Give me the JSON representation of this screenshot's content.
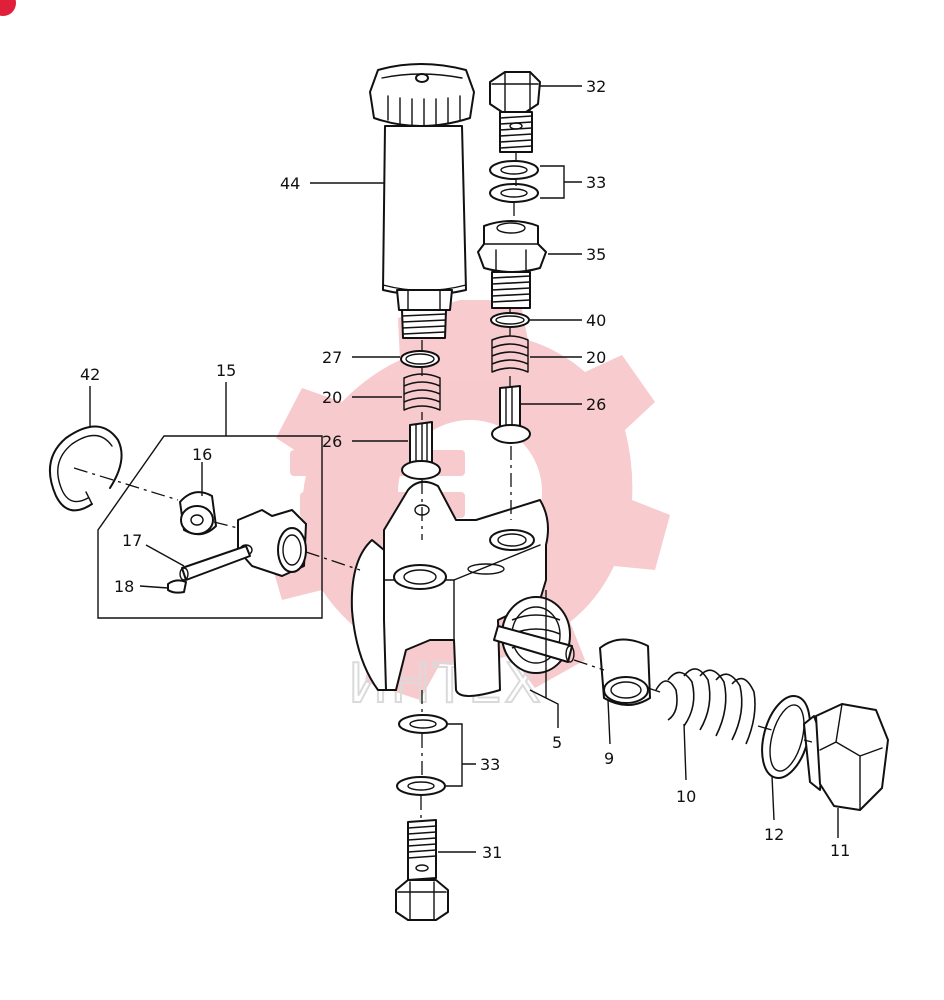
{
  "diagram": {
    "labels": [
      {
        "id": "32",
        "text": "32"
      },
      {
        "id": "33a",
        "text": "33"
      },
      {
        "id": "35",
        "text": "35"
      },
      {
        "id": "40",
        "text": "40"
      },
      {
        "id": "20a",
        "text": "20"
      },
      {
        "id": "26a",
        "text": "26"
      },
      {
        "id": "44",
        "text": "44"
      },
      {
        "id": "27",
        "text": "27"
      },
      {
        "id": "20b",
        "text": "20"
      },
      {
        "id": "26b",
        "text": "26"
      },
      {
        "id": "42",
        "text": "42"
      },
      {
        "id": "15",
        "text": "15"
      },
      {
        "id": "16",
        "text": "16"
      },
      {
        "id": "17",
        "text": "17"
      },
      {
        "id": "18",
        "text": "18"
      },
      {
        "id": "5",
        "text": "5"
      },
      {
        "id": "9",
        "text": "9"
      },
      {
        "id": "10",
        "text": "10"
      },
      {
        "id": "12",
        "text": "12"
      },
      {
        "id": "11",
        "text": "11"
      },
      {
        "id": "33b",
        "text": "33"
      },
      {
        "id": "31",
        "text": "31"
      }
    ],
    "watermark": {
      "text": "ИНТЕХ",
      "logo_color": "#f2a0a5"
    },
    "corner_badge": {
      "text": "",
      "color": "#e0203a"
    }
  }
}
